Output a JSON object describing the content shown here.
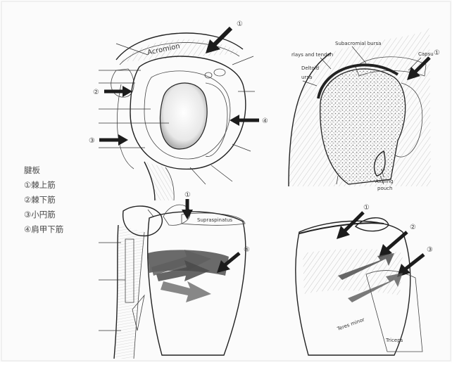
{
  "legend": {
    "title": "腱板",
    "items": [
      {
        "marker": "①",
        "text": "棘上筋"
      },
      {
        "marker": "②",
        "text": "棘下筋"
      },
      {
        "marker": "③",
        "text": "小円筋"
      },
      {
        "marker": "④",
        "text": "肩甲下筋"
      }
    ]
  },
  "panels": {
    "top_left": {
      "label_acromion": "Acromion",
      "markers": [
        "①",
        "②",
        "③",
        "④"
      ]
    },
    "top_right": {
      "label_subacromial_bursa": "Subacromial bursa",
      "label_tendon": "rlays and tendon",
      "label_deltoid": "Deltoid",
      "label_bursa": "ursa",
      "label_capsule": "Capsu",
      "label_axillary_pouch_1": "Axilling",
      "label_axillary_pouch_2": "pouch",
      "markers": [
        "①"
      ]
    },
    "bottom_left": {
      "label_supraspinatus": "Supraspinatus",
      "markers": [
        "①",
        "④"
      ]
    },
    "bottom_right": {
      "label_teres_minor": "Teres minor",
      "label_triceps": "Triceps",
      "markers": [
        "①",
        "②",
        "③"
      ]
    }
  },
  "colors": {
    "ink": "#1c1c1c",
    "paper": "#fbfbfb",
    "legend_text": "#4a4a4a"
  }
}
